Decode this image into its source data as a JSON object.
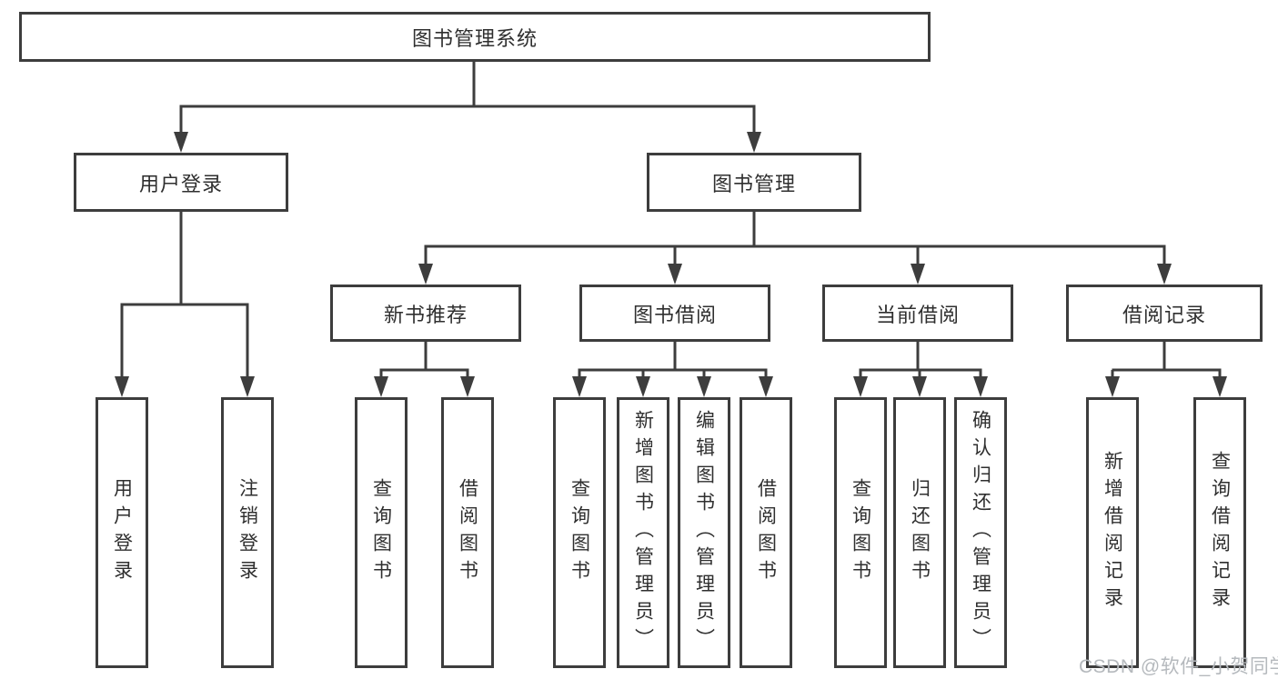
{
  "tree": {
    "root": {
      "label": "图书管理系统"
    },
    "branches": [
      {
        "label": "用户登录",
        "children": [
          {
            "label": "用户登录"
          },
          {
            "label": "注销登录"
          }
        ]
      },
      {
        "label": "图书管理",
        "children": [
          {
            "label": "新书推荐",
            "children": [
              {
                "label": "查询图书"
              },
              {
                "label": "借阅图书"
              }
            ]
          },
          {
            "label": "图书借阅",
            "children": [
              {
                "label": "查询图书"
              },
              {
                "label": "新增图书（管理员）"
              },
              {
                "label": "编辑图书（管理员）"
              },
              {
                "label": "借阅图书"
              }
            ]
          },
          {
            "label": "当前借阅",
            "children": [
              {
                "label": "查询图书"
              },
              {
                "label": "归还图书"
              },
              {
                "label": "确认归还（管理员）"
              }
            ]
          },
          {
            "label": "借阅记录",
            "children": [
              {
                "label": "新增借阅记录"
              },
              {
                "label": "查询借阅记录"
              }
            ]
          }
        ]
      }
    ]
  },
  "watermark": {
    "text": "CSDN @软件_小贺同学"
  },
  "colors": {
    "line": "#3d3d3d",
    "text": "#2f2f2f",
    "watermark_text": "#b5b9bd",
    "background": "#ffffff"
  }
}
